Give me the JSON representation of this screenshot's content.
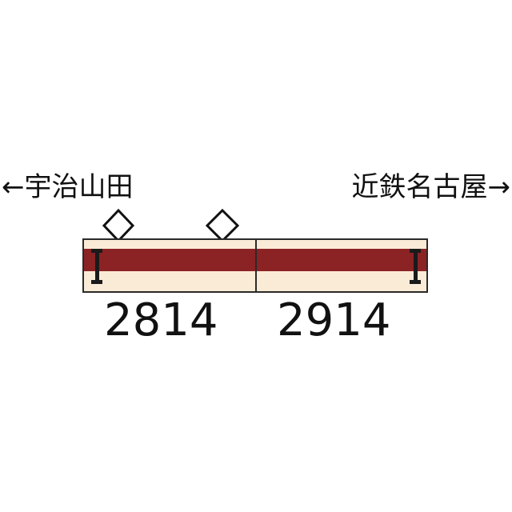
{
  "direction_left": "←宇治山田",
  "direction_right": "近鉄名古屋→",
  "cars": [
    {
      "number": "2814",
      "pantographs": 2
    },
    {
      "number": "2914",
      "pantographs": 0
    }
  ],
  "colors": {
    "body_base": "#faebd7",
    "stripe": "#8b2224",
    "outline": "#2a2a2a",
    "text": "#111111"
  }
}
